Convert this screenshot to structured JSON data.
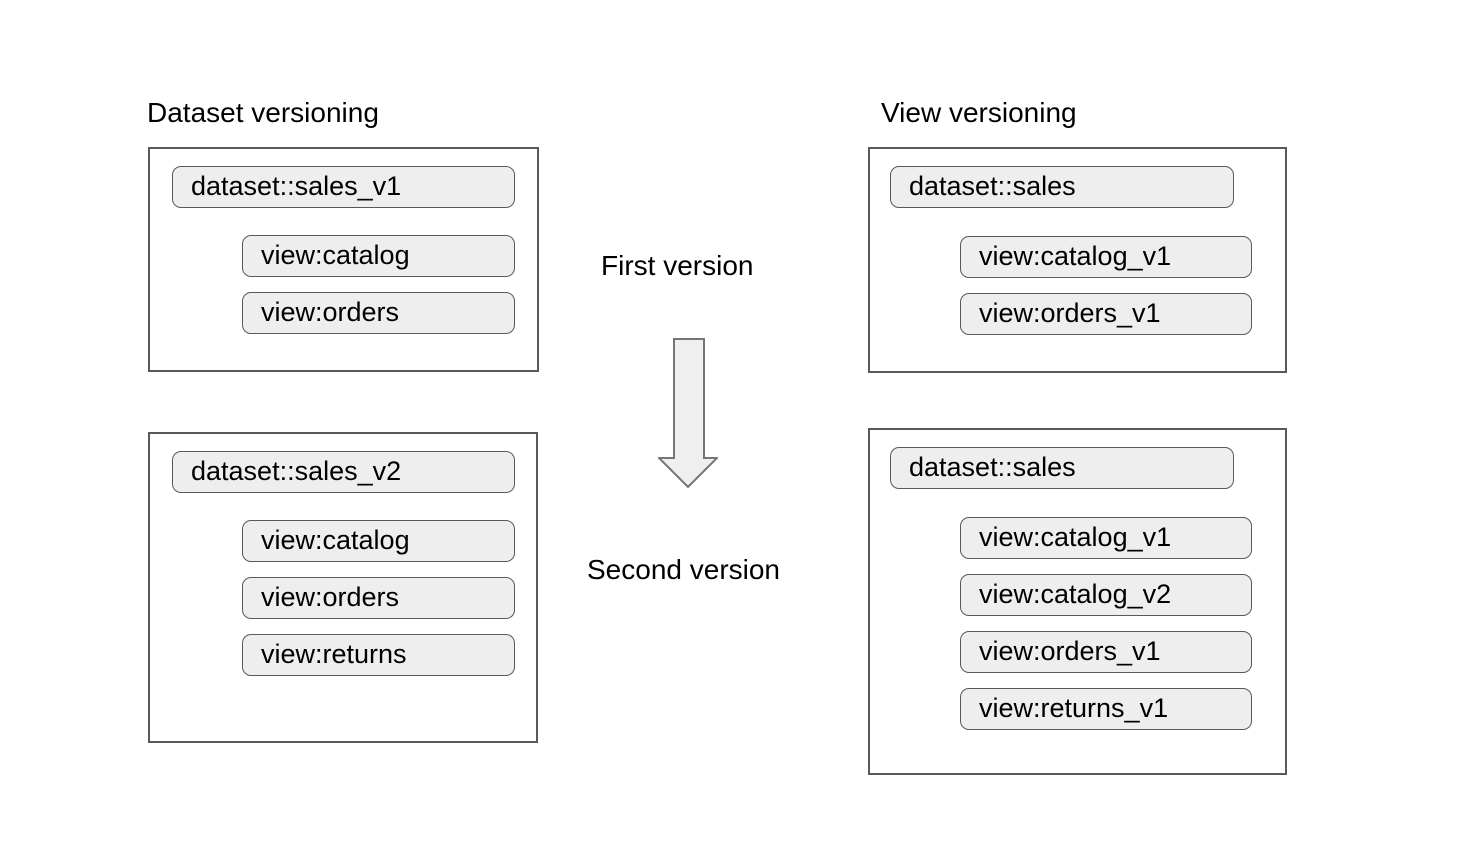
{
  "diagram": {
    "titles": [
      {
        "text": "Dataset versioning"
      },
      {
        "text": "View versioning"
      }
    ],
    "center": {
      "first_label": "First version",
      "second_label": "Second version",
      "arrow_icon": "down-arrow-icon"
    },
    "panels": [
      {
        "name": "dataset-versioning-first",
        "dataset": "dataset::sales_v1",
        "views": [
          "view:catalog",
          "view:orders"
        ]
      },
      {
        "name": "view-versioning-first",
        "dataset": "dataset::sales",
        "views": [
          "view:catalog_v1",
          "view:orders_v1"
        ]
      },
      {
        "name": "dataset-versioning-second",
        "dataset": "dataset::sales_v2",
        "views": [
          "view:catalog",
          "view:orders",
          "view:returns"
        ]
      },
      {
        "name": "view-versioning-second",
        "dataset": "dataset::sales",
        "views": [
          "view:catalog_v1",
          "view:catalog_v2",
          "view:orders_v1",
          "view:returns_v1"
        ]
      }
    ],
    "colors": {
      "background": "#ffffff",
      "pill_fill": "#eeeeee",
      "pill_border": "#595959",
      "box_border": "#595959",
      "arrow_fill": "#efefef",
      "arrow_stroke": "#757575",
      "text": "#000000"
    }
  }
}
